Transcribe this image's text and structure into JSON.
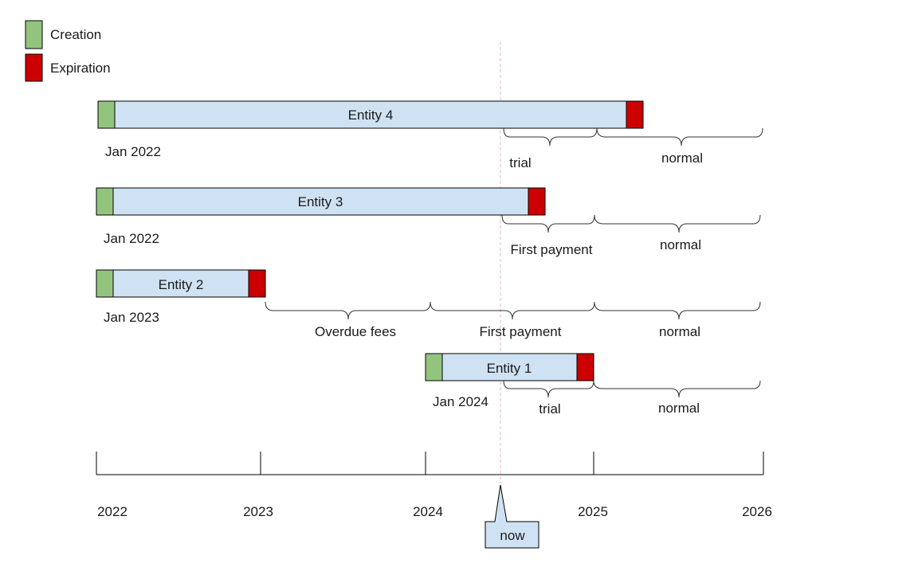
{
  "colors": {
    "creation": "#93c47d",
    "expiration": "#cc0000",
    "bar_fill": "#cfe2f3",
    "outline": "#000000",
    "axis": "#000000",
    "now_line": "#e6b8b8",
    "brace": "#333333"
  },
  "legend": [
    {
      "label": "Creation",
      "color_key": "creation"
    },
    {
      "label": "Expiration",
      "color_key": "expiration"
    }
  ],
  "axis": {
    "ticks": [
      "2022",
      "2023",
      "2024",
      "2025",
      "2026"
    ]
  },
  "now": {
    "label": "now",
    "date": "2024.45"
  },
  "entities": [
    {
      "name": "Entity 4",
      "created_label": "Jan 2022",
      "start": 2022.0,
      "end": 2025.3,
      "periods": [
        {
          "label": "trial",
          "from": 2024.5,
          "to": 2025.0
        },
        {
          "label": "normal",
          "from": 2025.0,
          "to": 2026.0
        }
      ]
    },
    {
      "name": "Entity 3",
      "created_label": "Jan 2022",
      "start": 2022.0,
      "end": 2024.7,
      "periods": [
        {
          "label": "First payment",
          "from": 2024.5,
          "to": 2025.0
        },
        {
          "label": "normal",
          "from": 2025.0,
          "to": 2026.0
        }
      ]
    },
    {
      "name": "Entity 2",
      "created_label": "Jan 2023",
      "start": 2022.0,
      "end": 2023.0,
      "periods": [
        {
          "label": "Overdue fees",
          "from": 2023.0,
          "to": 2024.0
        },
        {
          "label": "First payment",
          "from": 2024.0,
          "to": 2025.0
        },
        {
          "label": "normal",
          "from": 2025.0,
          "to": 2026.0
        }
      ]
    },
    {
      "name": "Entity 1",
      "created_label": "Jan 2024",
      "start": 2024.0,
      "end": 2025.0,
      "periods": [
        {
          "label": "trial",
          "from": 2024.5,
          "to": 2025.0
        },
        {
          "label": "normal",
          "from": 2025.0,
          "to": 2026.0
        }
      ]
    }
  ]
}
